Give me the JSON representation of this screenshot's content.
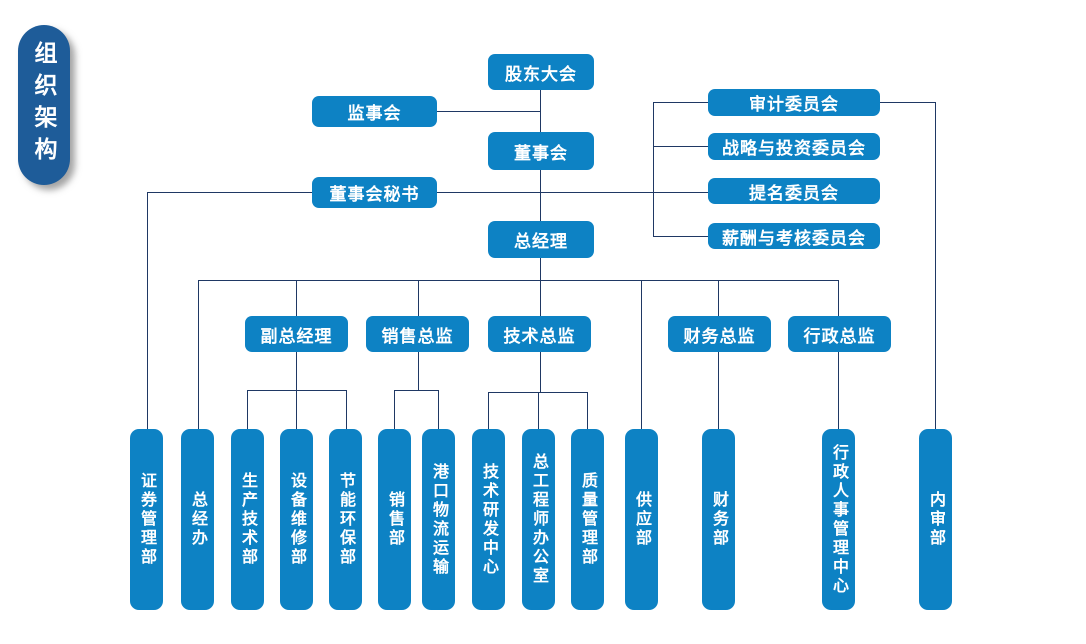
{
  "page_title": "组织架构",
  "colors": {
    "node_blue": "#0d82c4",
    "badge_blue": "#1e5c99",
    "connector_navy": "#1f3864",
    "text_white": "#ffffff",
    "background": "#ffffff"
  },
  "badge": {
    "label": "组织架构"
  },
  "nodes": {
    "shareholders": "股东大会",
    "supervisory": "监事会",
    "board": "董事会",
    "board_secretary": "董事会秘书",
    "general_manager": "总经理",
    "audit_committee": "审计委员会",
    "strategy_committee": "战略与投资委员会",
    "nomination_committee": "提名委员会",
    "remuneration_committee": "薪酬与考核委员会",
    "deputy_gm": "副总经理",
    "sales_director": "销售总监",
    "tech_director": "技术总监",
    "finance_director": "财务总监",
    "admin_director": "行政总监",
    "securities_dept": "证券管理部",
    "gm_office": "总经办",
    "production_tech_dept": "生产技术部",
    "equipment_maintenance_dept": "设备维修部",
    "energy_env_dept": "节能环保部",
    "sales_dept": "销售部",
    "port_logistics_dept": "港口物流运输",
    "rd_center": "技术研发中心",
    "chief_engineer_office": "总工程师办公室",
    "quality_dept": "质量管理部",
    "supply_dept": "供应部",
    "finance_dept": "财务部",
    "admin_hr_center": "行政人事管理中心",
    "internal_audit_dept": "内审部"
  },
  "hierarchy_notes": {
    "top": "股东大会 → 董事会 → 总经理",
    "board_attached": [
      "监事会",
      "董事会秘书",
      "审计委员会",
      "战略与投资委员会",
      "提名委员会",
      "薪酬与考核委员会"
    ],
    "gm_reports": [
      "总经办",
      "副总经理",
      "销售总监",
      "技术总监",
      "供应部",
      "财务总监",
      "行政总监"
    ],
    "deputy_gm_reports": [
      "生产技术部",
      "设备维修部",
      "节能环保部"
    ],
    "sales_director_reports": [
      "销售部",
      "港口物流运输"
    ],
    "tech_director_reports": [
      "技术研发中心",
      "总工程师办公室",
      "质量管理部"
    ],
    "finance_director_reports": [
      "财务部"
    ],
    "admin_director_reports": [
      "行政人事管理中心"
    ],
    "board_secretary_reports": [
      "证券管理部"
    ],
    "audit_committee_reports": [
      "内审部"
    ]
  }
}
